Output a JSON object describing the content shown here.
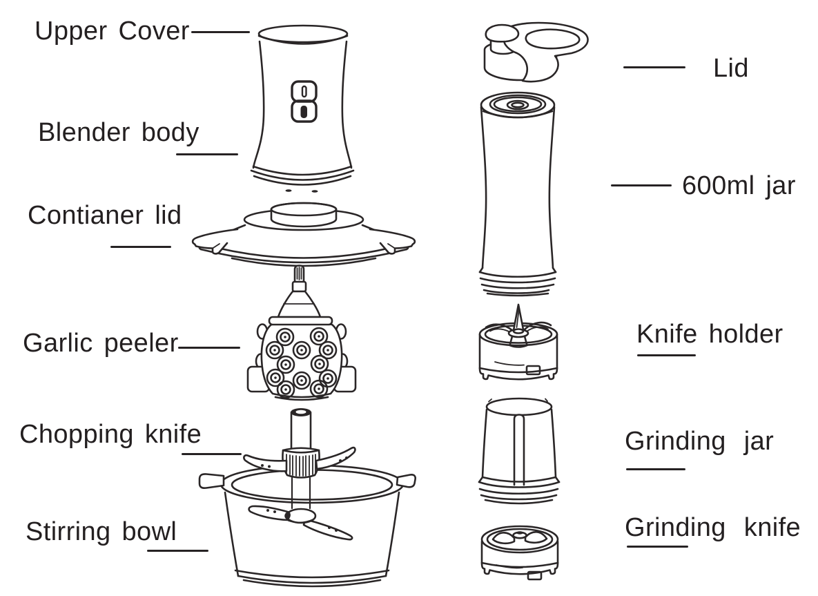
{
  "colors": {
    "ink": "#2a2627",
    "text": "#231f20",
    "background": "#ffffff"
  },
  "diagram_subject": "blender-chopper parts exploded diagram",
  "parts": {
    "upper_cover": {
      "label": "Upper Cover"
    },
    "blender_body": {
      "label": "Blender body"
    },
    "container_lid": {
      "label": "Contianer lid"
    },
    "garlic_peeler": {
      "label": "Garlic peeler"
    },
    "chopping_knife": {
      "label": "Chopping knife"
    },
    "stirring_bowl": {
      "label": "Stirring bowl"
    },
    "lid": {
      "label": "Lid"
    },
    "jar_600ml": {
      "label": "600ml jar"
    },
    "knife_holder": {
      "label": "Knife holder"
    },
    "grinding_jar": {
      "label": "Grinding jar"
    },
    "grinding_knife": {
      "label": "Grinding knife"
    }
  }
}
